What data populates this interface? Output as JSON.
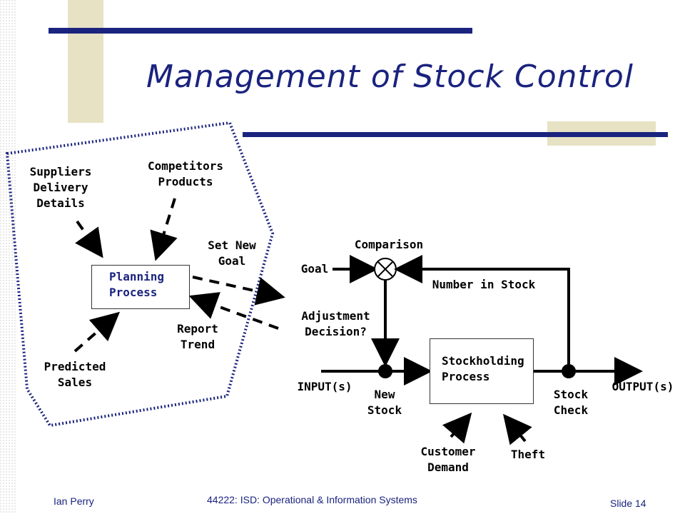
{
  "title": "Management of Stock Control",
  "colors": {
    "title": "#1a237e",
    "accent_bar": "#1a237e",
    "accent_block": "#e6e2c3",
    "planning_text": "#1a237e",
    "boundary": "#1a237e"
  },
  "labels": {
    "suppliers": "Suppliers\nDelivery\nDetails",
    "competitors": "Competitors\nProducts",
    "set_new_goal": "Set New\nGoal",
    "report_trend": "Report\nTrend",
    "predicted_sales": "Predicted\nSales",
    "planning_process": "Planning\nProcess",
    "comparison": "Comparison",
    "goal": "Goal",
    "number_in_stock": "Number in Stock",
    "adjustment_decision": "Adjustment\nDecision?",
    "stockholding_process": "Stockholding\nProcess",
    "input": "INPUT(s)",
    "output": "OUTPUT(s)",
    "new_stock": "New\nStock",
    "stock_check": "Stock\nCheck",
    "customer_demand": "Customer\nDemand",
    "theft": "Theft"
  },
  "footer": {
    "author": "Ian Perry",
    "course": "44222: ISD: Operational & Information Systems",
    "slide": "Slide 14"
  }
}
